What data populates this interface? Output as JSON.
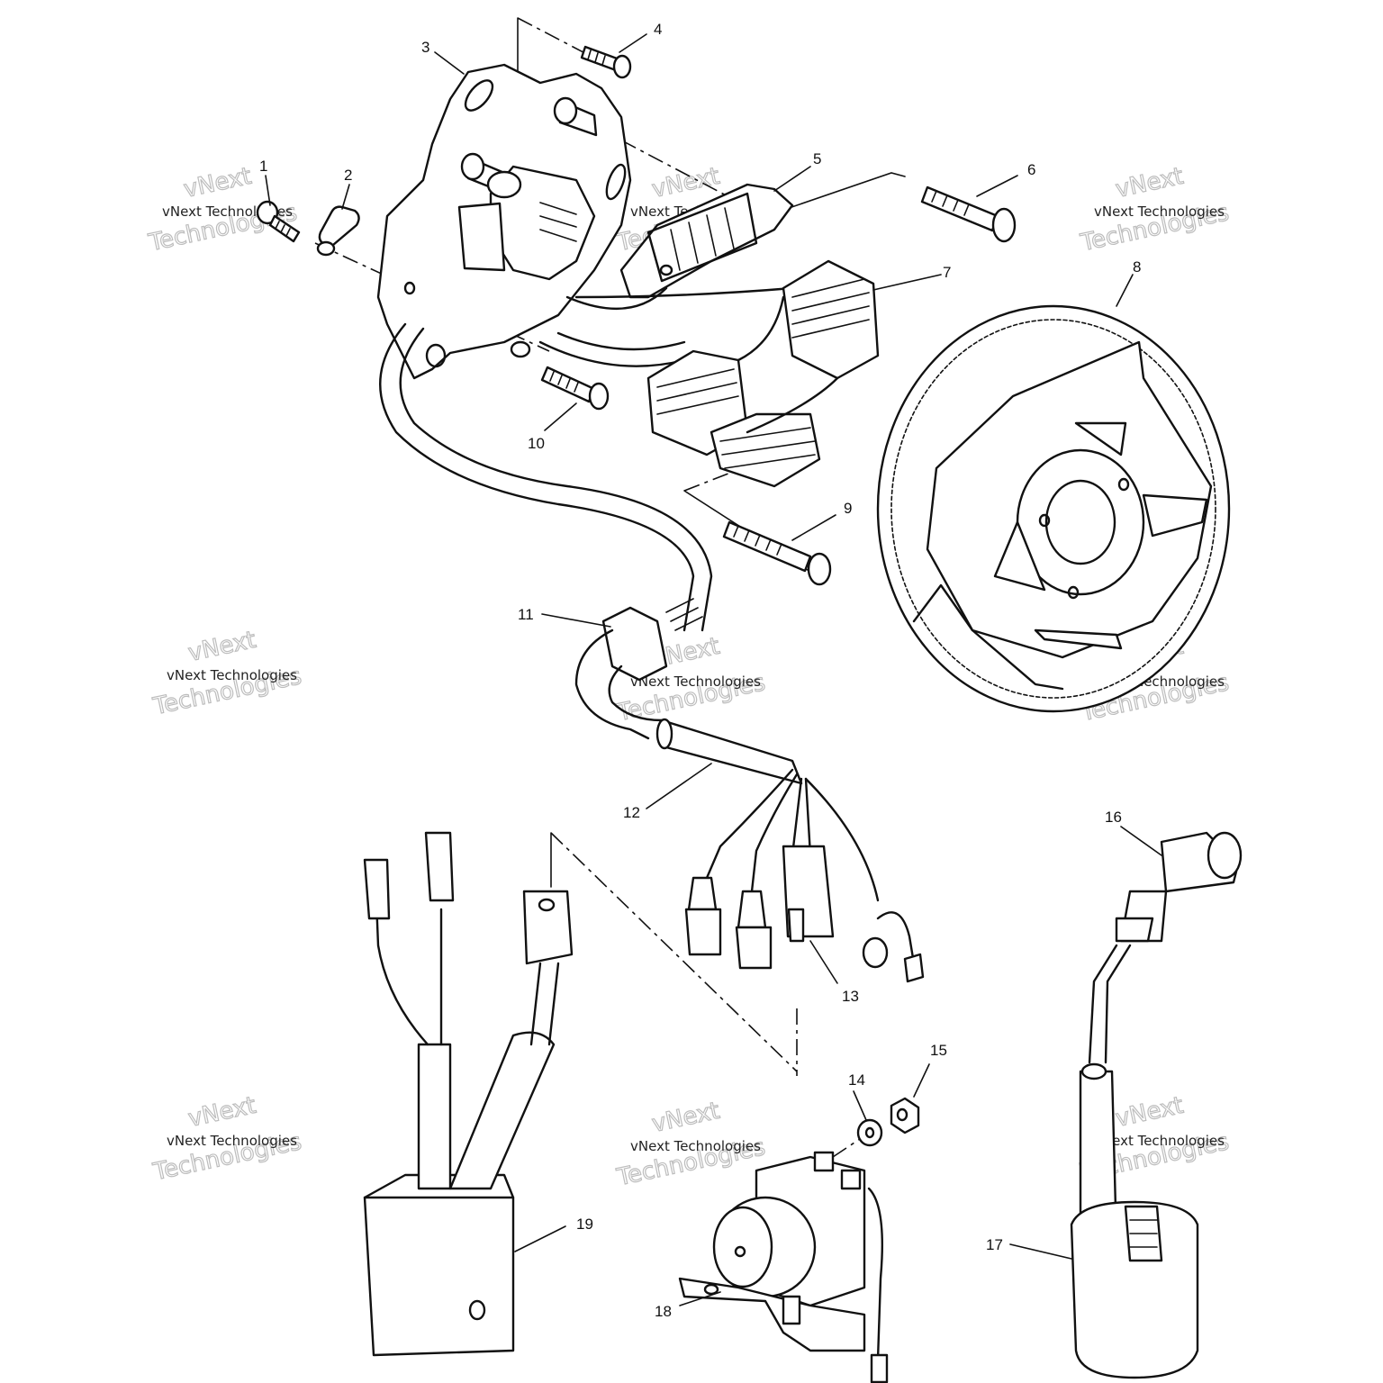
{
  "diagram": {
    "callouts": [
      "1",
      "2",
      "3",
      "4",
      "5",
      "6",
      "7",
      "8",
      "9",
      "10",
      "11",
      "12",
      "13",
      "14",
      "15",
      "16",
      "17",
      "18",
      "19"
    ],
    "watermark_line1": "vNext Technologies",
    "watermark_line2": "vNext",
    "watermark_line3": "Technologies"
  }
}
